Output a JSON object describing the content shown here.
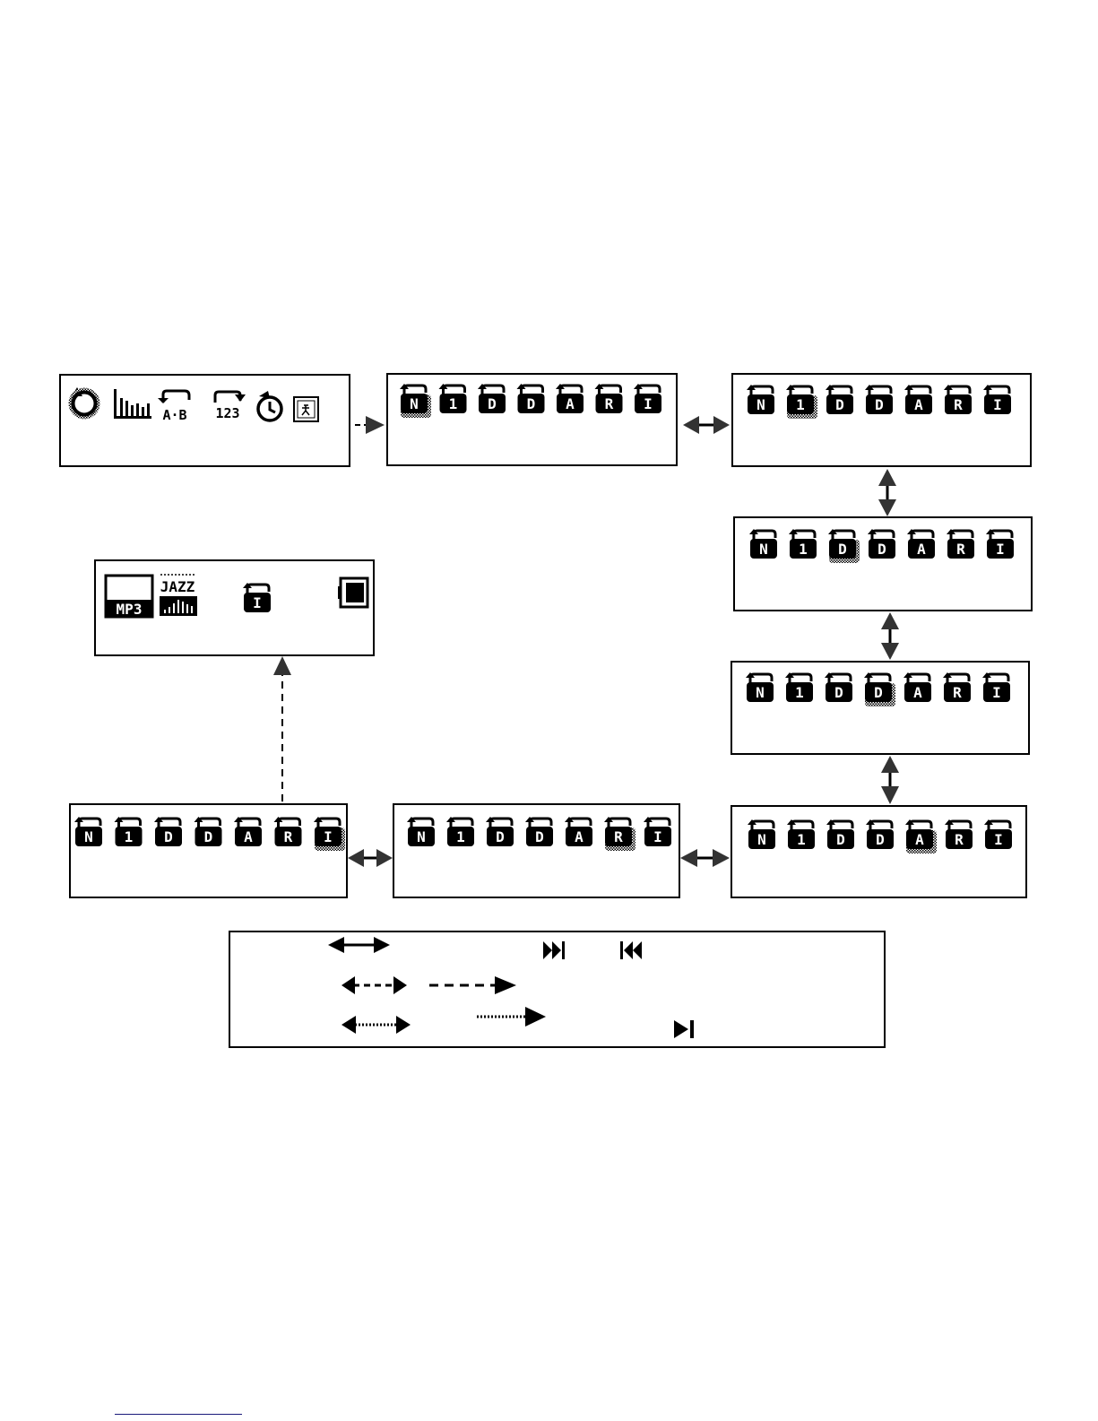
{
  "main_icons": [
    "repeat-icon",
    "equalizer-icon",
    "ab-repeat-icon",
    "playback-order-icon",
    "timer-icon",
    "contrast-icon"
  ],
  "main_icon_text": {
    "ab": "A·B",
    "order": "123"
  },
  "repeat_modes": [
    "N",
    "1",
    "D",
    "D",
    "A",
    "R",
    "I"
  ],
  "screens": [
    {
      "selected": 0
    },
    {
      "selected": 1
    },
    {
      "selected": 2
    },
    {
      "selected": 3
    },
    {
      "selected": 4
    },
    {
      "selected": 5
    },
    {
      "selected": 6
    }
  ],
  "result_screen": {
    "format": "MP3",
    "eq": "JAZZ",
    "mode": "I",
    "battery": "full"
  },
  "legend": {
    "rows": [
      [
        "solid-double-arrow",
        "next-icon",
        "prev-icon"
      ],
      [
        "dashed-double-arrow",
        "dashed-arrow"
      ],
      [
        "dotted-double-arrow",
        "dotted-arrow",
        "play-pause-icon"
      ]
    ]
  }
}
